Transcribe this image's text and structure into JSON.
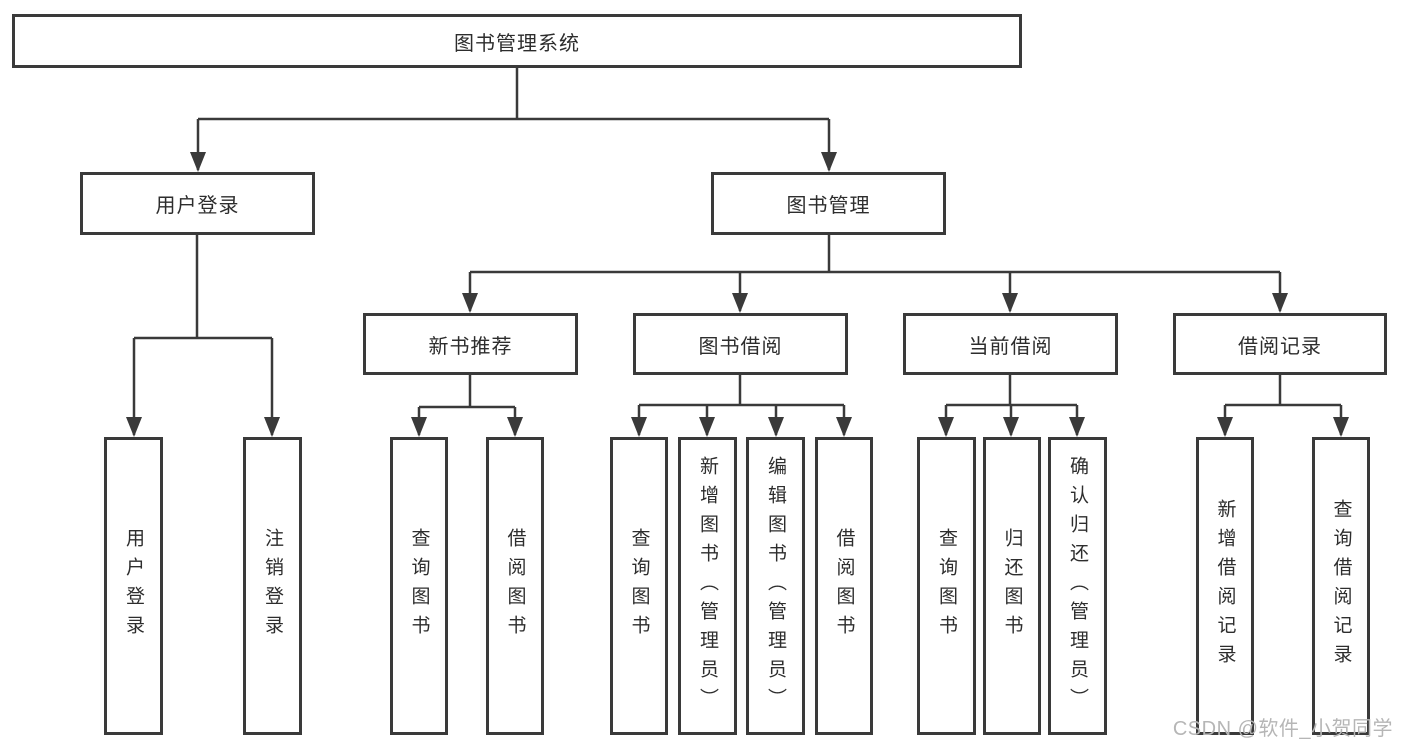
{
  "diagram_title": "图书管理系统",
  "tree": {
    "root": {
      "label": "图书管理系统"
    },
    "branches": [
      {
        "label": "用户登录",
        "children": [
          {
            "label": "用户登录"
          },
          {
            "label": "注销登录"
          }
        ]
      },
      {
        "label": "图书管理",
        "children": [
          {
            "label": "新书推荐",
            "children": [
              {
                "label": "查询图书"
              },
              {
                "label": "借阅图书"
              }
            ]
          },
          {
            "label": "图书借阅",
            "children": [
              {
                "label": "查询图书"
              },
              {
                "label": "新增图书（管理员）"
              },
              {
                "label": "编辑图书（管理员）"
              },
              {
                "label": "借阅图书"
              }
            ]
          },
          {
            "label": "当前借阅",
            "children": [
              {
                "label": "查询图书"
              },
              {
                "label": "归还图书"
              },
              {
                "label": "确认归还（管理员）"
              }
            ]
          },
          {
            "label": "借阅记录",
            "children": [
              {
                "label": "新增借阅记录"
              },
              {
                "label": "查询借阅记录"
              }
            ]
          }
        ]
      }
    ]
  },
  "watermark": {
    "text": "CSDN @软件_小贺同学",
    "color": "#b6b6b6"
  },
  "colors": {
    "line": "#3a3a3a",
    "box_border": "#3a3a3a",
    "text": "#2d2d2d",
    "background": "#ffffff"
  }
}
